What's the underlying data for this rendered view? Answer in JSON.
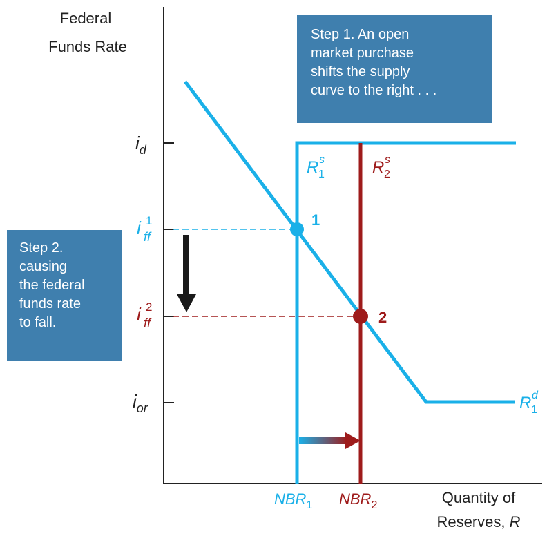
{
  "axes": {
    "y_title_line1": "Federal",
    "y_title_line2": "Funds Rate",
    "x_title_line1": "Quantity of",
    "x_title_line2": "Reserves,",
    "x_title_var": "R"
  },
  "rate_labels": {
    "i": "i",
    "id_sub": "d",
    "ior_sub": "or",
    "iff_sub": "ff",
    "iff1_sup": "1",
    "iff2_sup": "2"
  },
  "curves": {
    "R": "R",
    "supply_sup": "s",
    "demand_sup": "d",
    "r1_sub": "1",
    "r2_sub": "2"
  },
  "nbr": {
    "nbr": "NBR",
    "nbr1_sub": "1",
    "nbr2_sub": "2"
  },
  "points": {
    "p1": "1",
    "p2": "2"
  },
  "callouts": {
    "step1": [
      "Step 1. An open",
      "market purchase",
      "shifts the supply",
      "curve to the right . . ."
    ],
    "step2": [
      "Step 2.",
      "causing",
      "the federal",
      "funds rate",
      "to fall."
    ]
  },
  "colors": {
    "blue": "#1ab0e8",
    "red": "#9e1b1b",
    "box": "#3f7fae",
    "axis": "#222222",
    "arrow": "#1a1a1a"
  }
}
